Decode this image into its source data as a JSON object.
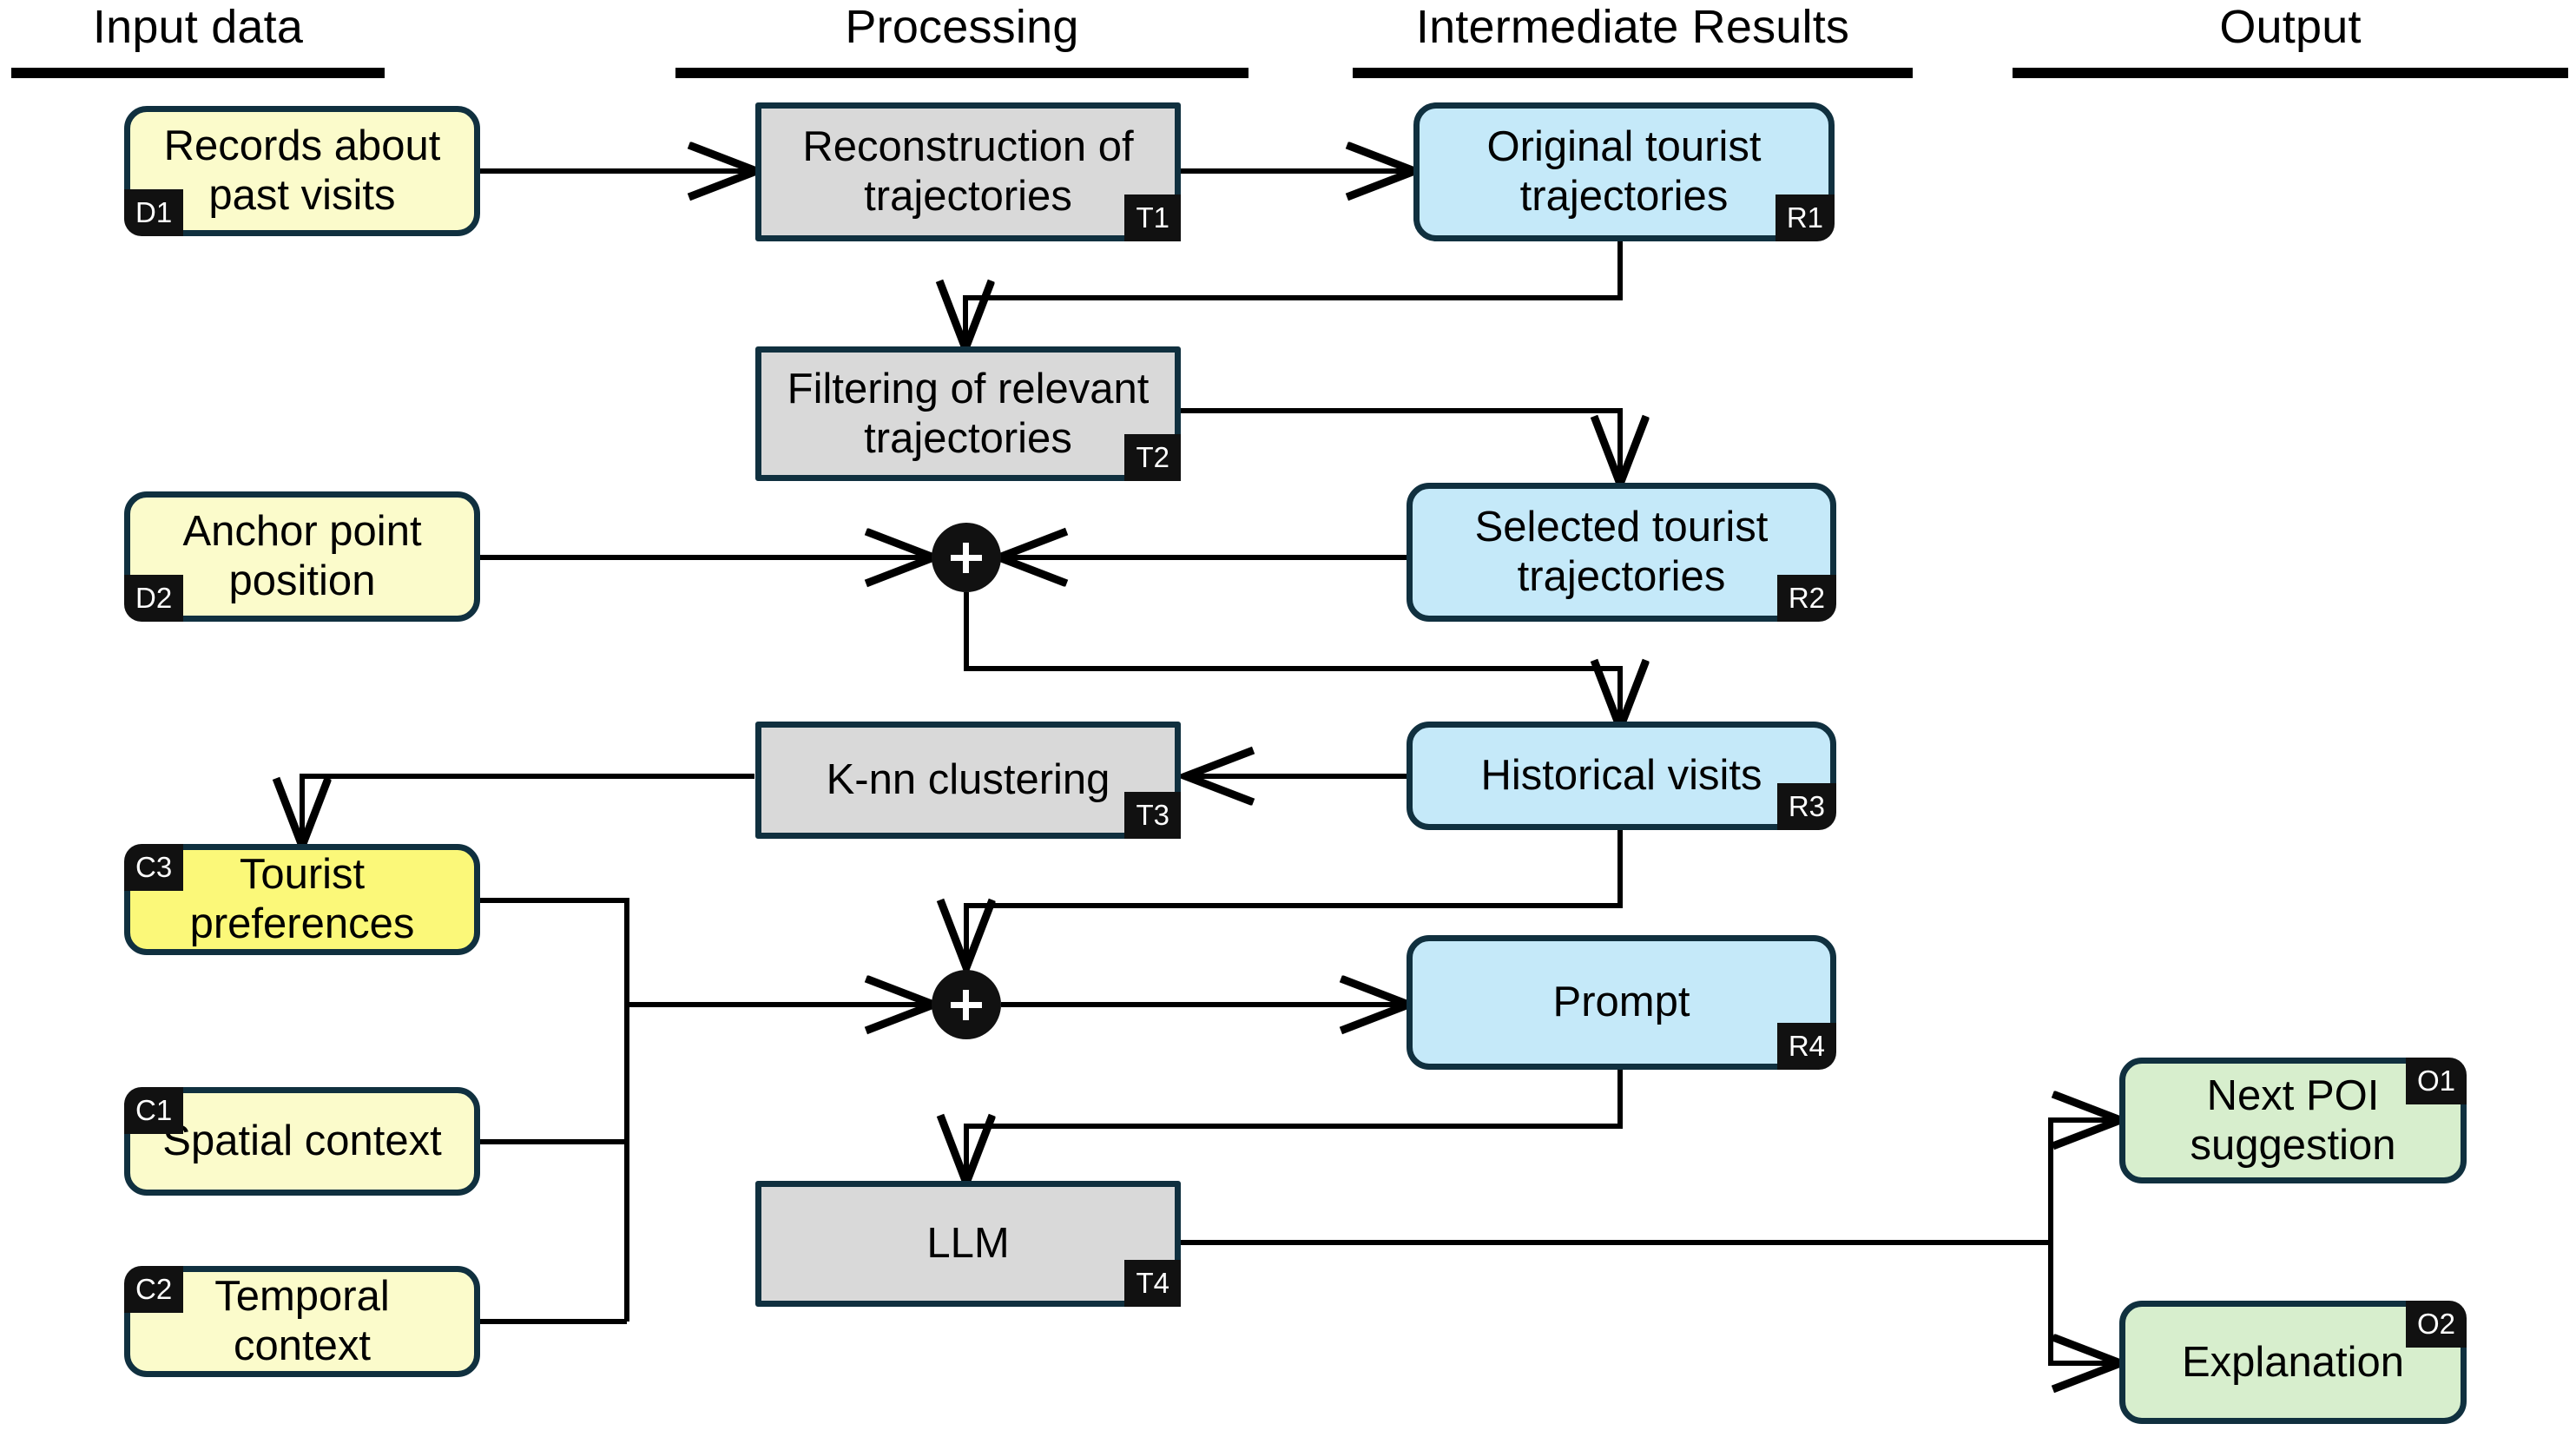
{
  "columns": [
    {
      "title": "Input data",
      "name": "column-input-data"
    },
    {
      "title": "Processing",
      "name": "column-processing"
    },
    {
      "title": "Intermediate Results",
      "name": "column-intermediate-results"
    },
    {
      "title": "Output",
      "name": "column-output"
    }
  ],
  "nodes": {
    "d1": {
      "label": "Records about\npast visits",
      "badge": "D1",
      "kind": "input-data"
    },
    "d2": {
      "label": "Anchor point\nposition",
      "badge": "D2",
      "kind": "input-data"
    },
    "c3": {
      "label": "Tourist\npreferences",
      "badge": "C3",
      "kind": "input-context"
    },
    "c1": {
      "label": "Spatial context",
      "badge": "C1",
      "kind": "input-context"
    },
    "c2": {
      "label": "Temporal\ncontext",
      "badge": "C2",
      "kind": "input-context"
    },
    "t1": {
      "label": "Reconstruction of\ntrajectories",
      "badge": "T1",
      "kind": "processing"
    },
    "t2": {
      "label": "Filtering of relevant\ntrajectories",
      "badge": "T2",
      "kind": "processing"
    },
    "t3": {
      "label": "K-nn clustering",
      "badge": "T3",
      "kind": "processing"
    },
    "t4": {
      "label": "LLM",
      "badge": "T4",
      "kind": "processing"
    },
    "r1": {
      "label": "Original tourist\ntrajectories",
      "badge": "R1",
      "kind": "result"
    },
    "r2": {
      "label": "Selected tourist\ntrajectories",
      "badge": "R2",
      "kind": "result"
    },
    "r3": {
      "label": "Historical visits",
      "badge": "R3",
      "kind": "result"
    },
    "r4": {
      "label": "Prompt",
      "badge": "R4",
      "kind": "result"
    },
    "o1": {
      "label": "Next POI\nsuggestion",
      "badge": "O1",
      "kind": "output"
    },
    "o2": {
      "label": "Explanation",
      "badge": "O2",
      "kind": "output"
    }
  },
  "junctions": [
    {
      "name": "merge-anchor-and-filtered",
      "symbol": "+"
    },
    {
      "name": "merge-context-and-visits",
      "symbol": "+"
    }
  ],
  "colors": {
    "border": "#10303f",
    "input_data_fill": "#fbfbcb",
    "input_preference_fill": "#fbf879",
    "processing_fill": "#d9d9d9",
    "result_fill": "#c5e9f9",
    "output_fill": "#d7eecd",
    "badge_fill": "#111111",
    "line": "#000000"
  },
  "flows": [
    {
      "from": "d1",
      "to": "t1"
    },
    {
      "from": "t1",
      "to": "r1"
    },
    {
      "from": "r1",
      "to": "t2"
    },
    {
      "from": "t2",
      "to": "r2"
    },
    {
      "from": "d2",
      "to": "merge-anchor-and-filtered"
    },
    {
      "from": "r2",
      "to": "merge-anchor-and-filtered"
    },
    {
      "from": "merge-anchor-and-filtered",
      "to": "r3"
    },
    {
      "from": "r3",
      "to": "t3"
    },
    {
      "from": "t3",
      "to": "c3"
    },
    {
      "from": "c3",
      "to": "merge-context-and-visits"
    },
    {
      "from": "c1",
      "to": "merge-context-and-visits"
    },
    {
      "from": "c2",
      "to": "merge-context-and-visits"
    },
    {
      "from": "r3",
      "to": "merge-context-and-visits"
    },
    {
      "from": "merge-context-and-visits",
      "to": "r4"
    },
    {
      "from": "r4",
      "to": "t4"
    },
    {
      "from": "t4",
      "to": "o1"
    },
    {
      "from": "t4",
      "to": "o2"
    }
  ]
}
